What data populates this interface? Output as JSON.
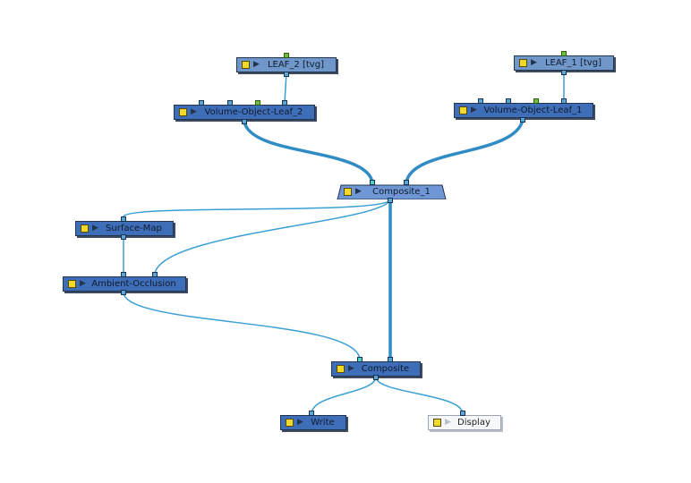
{
  "nodes": {
    "leaf2": {
      "label": "LEAF_2  [tvg]"
    },
    "leaf1": {
      "label": "LEAF_1  [tvg]"
    },
    "vol2": {
      "label": "Volume-Object-Leaf_2"
    },
    "vol1": {
      "label": "Volume-Object-Leaf_1"
    },
    "composite1": {
      "label": "Composite_1"
    },
    "surface": {
      "label": "Surface-Map"
    },
    "ambient": {
      "label": "Ambient-Occlusion"
    },
    "composite": {
      "label": "Composite"
    },
    "write": {
      "label": "Write"
    },
    "display": {
      "label": "Display"
    }
  },
  "colors": {
    "node_fill": "#4d7fc4",
    "node_border": "#23344f",
    "wire": "#3a9fd4",
    "enable_box": "#f0d928"
  }
}
